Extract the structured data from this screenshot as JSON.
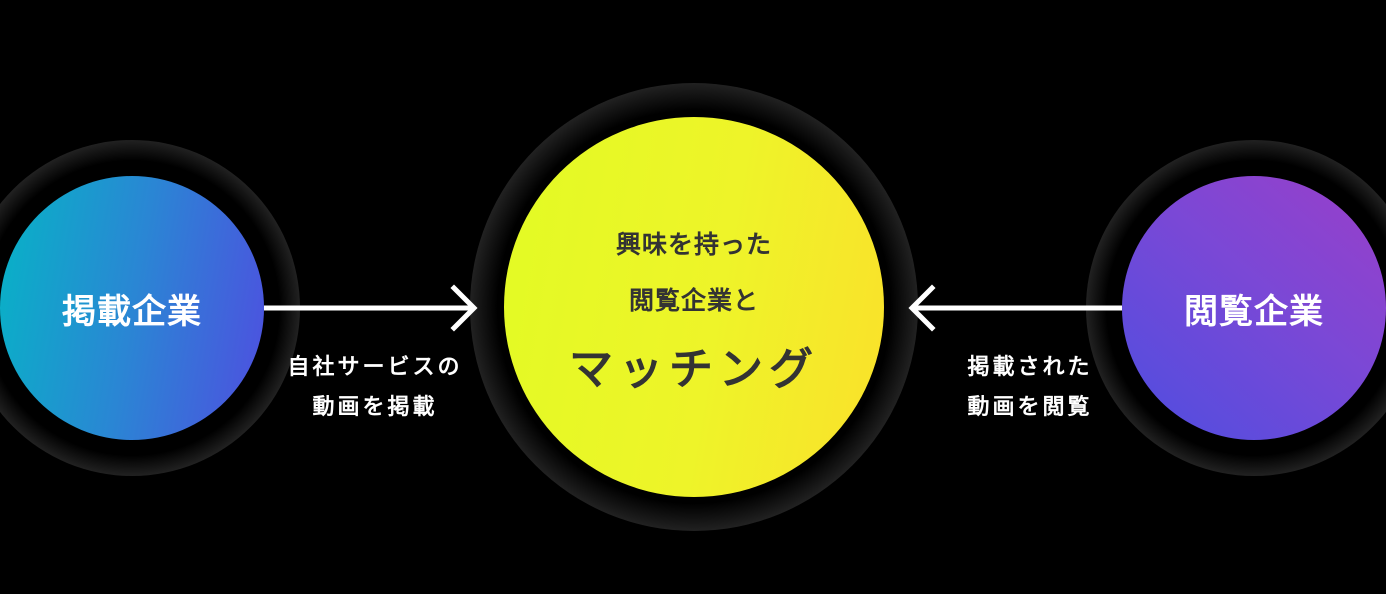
{
  "diagram": {
    "left_node": {
      "label": "掲載企業",
      "gradient": [
        "#06b4c6",
        "#4f4ee0"
      ]
    },
    "center_node": {
      "line1": "興味を持った",
      "line2": "閲覧企業と",
      "headline": "マッチング",
      "gradient": [
        "#e2fb24",
        "#fbe02a"
      ],
      "text_color": "#333333"
    },
    "right_node": {
      "label": "閲覧企業",
      "gradient": [
        "#9a3fc9",
        "#4d4ee0"
      ]
    },
    "left_edge": {
      "direction": "right",
      "caption_line1": "自社サービスの",
      "caption_line2": "動画を掲載"
    },
    "right_edge": {
      "direction": "left",
      "caption_line1": "掲載された",
      "caption_line2": "動画を閲覧"
    },
    "background": "#000000",
    "arrow_color": "#ffffff"
  }
}
